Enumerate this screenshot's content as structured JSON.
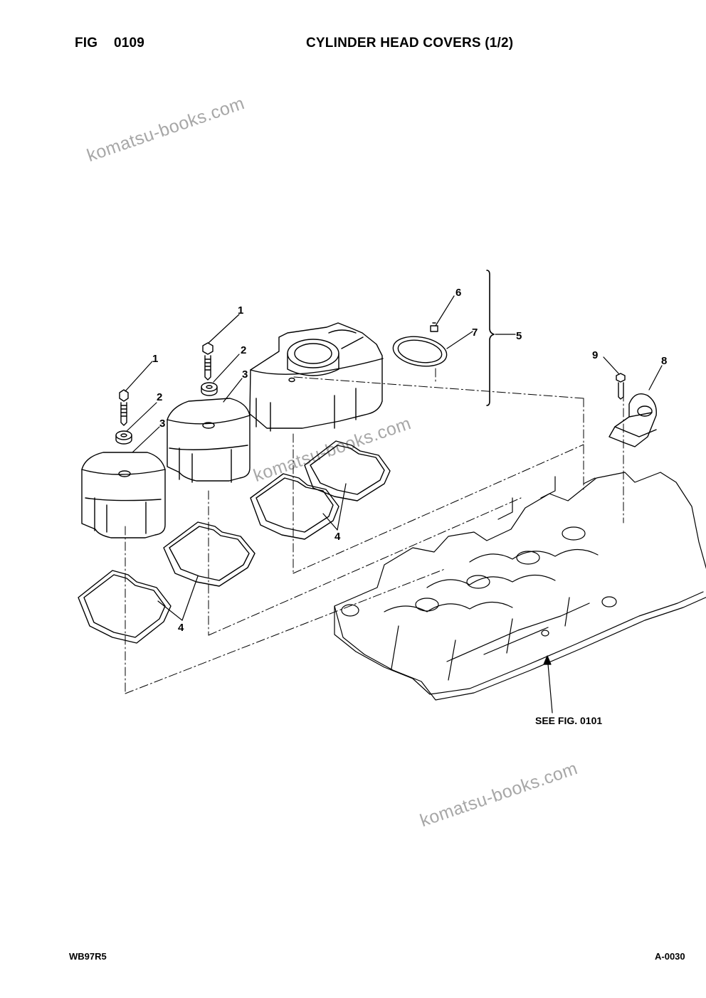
{
  "header": {
    "fig_label": "FIG",
    "fig_number": "0109",
    "title": "CYLINDER HEAD COVERS (1/2)"
  },
  "watermark": {
    "text": "komatsu-books.com",
    "text2": "komatsu-books.com",
    "text3": "komatsu-books.com"
  },
  "callouts": {
    "c1a": "1",
    "c2a": "2",
    "c3a": "3",
    "c1b": "1",
    "c2b": "2",
    "c3b": "3",
    "c4a": "4",
    "c4b": "4",
    "c5": "5",
    "c6": "6",
    "c7": "7",
    "c8": "8",
    "c9": "9"
  },
  "reference": "SEE FIG. 0101",
  "footer": {
    "model": "WB97R5",
    "page": "A-0030"
  },
  "colors": {
    "ink": "#000000",
    "watermark": "#8a8a8a"
  }
}
